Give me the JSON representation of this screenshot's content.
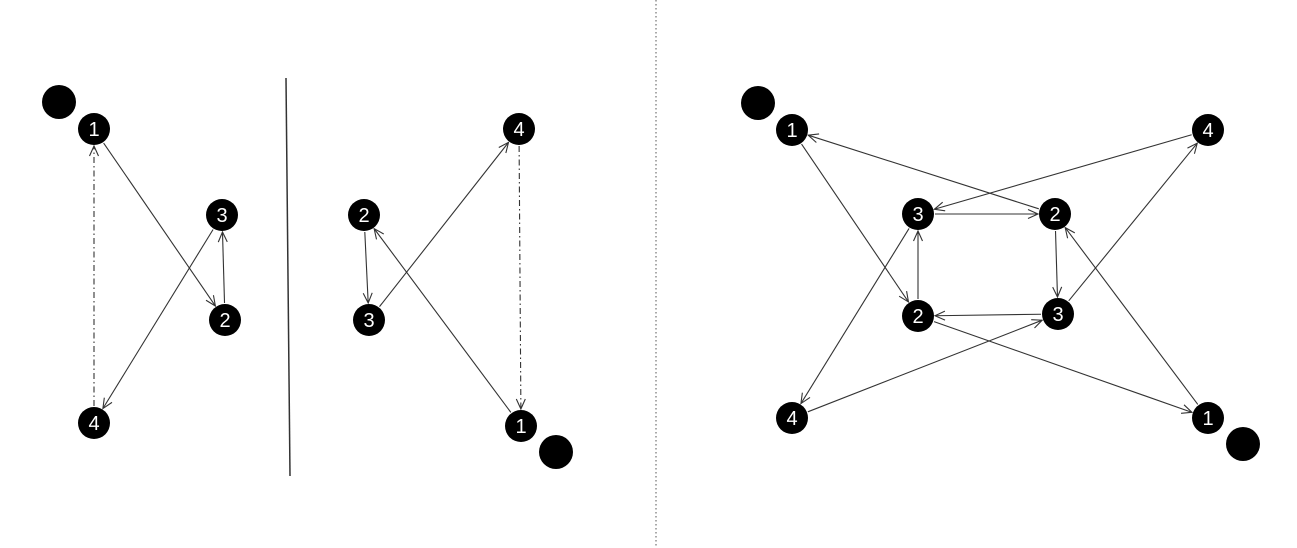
{
  "colors": {
    "node_fill": "#000000",
    "node_text": "#ffffff",
    "edge": "#333333",
    "divider": "#333333"
  },
  "panels": [
    {
      "id": "left",
      "nodes": [
        {
          "id": "l1",
          "label": "1"
        },
        {
          "id": "l2",
          "label": "2"
        },
        {
          "id": "l3",
          "label": "3"
        },
        {
          "id": "l4",
          "label": "4"
        }
      ],
      "markers": [
        "l-start"
      ],
      "edges": [
        {
          "from": "l1",
          "to": "l2",
          "style": "solid"
        },
        {
          "from": "l2",
          "to": "l3",
          "style": "solid"
        },
        {
          "from": "l3",
          "to": "l4",
          "style": "solid"
        },
        {
          "from": "l4",
          "to": "l1",
          "style": "dashdot"
        }
      ]
    },
    {
      "id": "middle",
      "nodes": [
        {
          "id": "m1",
          "label": "1"
        },
        {
          "id": "m2",
          "label": "2"
        },
        {
          "id": "m3",
          "label": "3"
        },
        {
          "id": "m4",
          "label": "4"
        }
      ],
      "markers": [
        "m-start"
      ],
      "edges": [
        {
          "from": "m1",
          "to": "m2",
          "style": "solid"
        },
        {
          "from": "m2",
          "to": "m3",
          "style": "solid"
        },
        {
          "from": "m3",
          "to": "m4",
          "style": "solid"
        },
        {
          "from": "m4",
          "to": "m1",
          "style": "dashdot"
        }
      ]
    },
    {
      "id": "right",
      "nodes": [
        {
          "id": "r1a",
          "label": "1"
        },
        {
          "id": "r4a",
          "label": "4"
        },
        {
          "id": "r3a",
          "label": "3"
        },
        {
          "id": "r2a",
          "label": "2"
        },
        {
          "id": "r2b",
          "label": "2"
        },
        {
          "id": "r3b",
          "label": "3"
        },
        {
          "id": "r4b",
          "label": "4"
        },
        {
          "id": "r1b",
          "label": "1"
        }
      ],
      "markers": [
        "r-start-a",
        "r-start-b"
      ],
      "edges": [
        {
          "from": "r1a",
          "to": "r2b",
          "style": "solid"
        },
        {
          "from": "r2b",
          "to": "r3a",
          "style": "solid"
        },
        {
          "from": "r3a",
          "to": "r4b",
          "style": "solid"
        },
        {
          "from": "r3a",
          "to": "r2a",
          "style": "solid"
        },
        {
          "from": "r2a",
          "to": "r3b",
          "style": "solid"
        },
        {
          "from": "r3b",
          "to": "r2b",
          "style": "solid"
        },
        {
          "from": "r2a",
          "to": "r1a",
          "style": "solid"
        },
        {
          "from": "r4a",
          "to": "r3a",
          "style": "solid"
        },
        {
          "from": "r1b",
          "to": "r2a",
          "style": "solid"
        },
        {
          "from": "r2b",
          "to": "r1b",
          "style": "solid"
        },
        {
          "from": "r4b",
          "to": "r3b",
          "style": "solid"
        },
        {
          "from": "r3b",
          "to": "r4a",
          "style": "solid"
        }
      ]
    }
  ]
}
